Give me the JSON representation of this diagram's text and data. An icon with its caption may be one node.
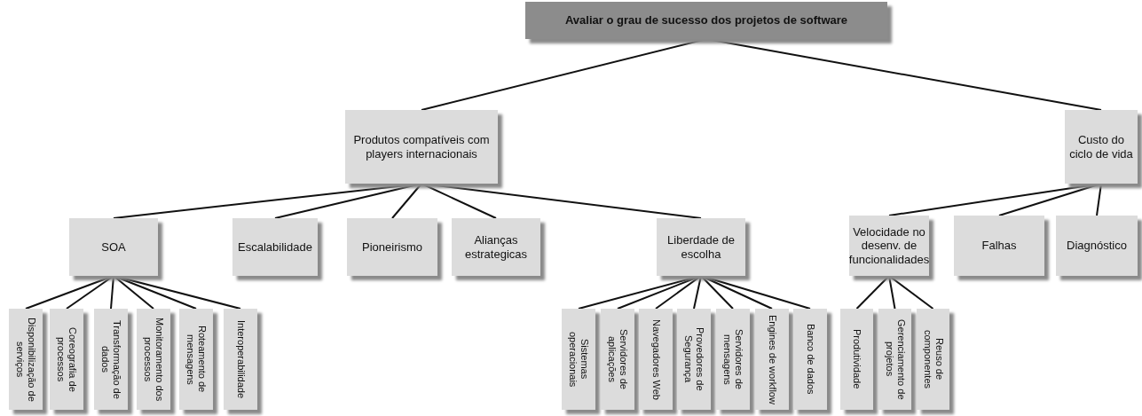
{
  "diagram": {
    "nodes": [
      {
        "text": [
          "Avaliar o grau de sucesso dos projetos de software"
        ]
      },
      {
        "text": [
          "Produtos compatíveis com players internacionais"
        ]
      },
      {
        "text": [
          "Custo do ciclo de vida"
        ]
      },
      {
        "text": [
          "SOA"
        ]
      },
      {
        "text": [
          "Escalabilidade"
        ]
      },
      {
        "text": [
          "Pioneirismo"
        ]
      },
      {
        "text": [
          "Alianças estrategicas"
        ]
      },
      {
        "text": [
          "Liberdade de escolha"
        ]
      },
      {
        "text": [
          "Velocidade no desenv. de funcionalidades"
        ]
      },
      {
        "text": [
          "Falhas"
        ]
      },
      {
        "text": [
          "Diagnóstico"
        ]
      },
      {
        "text": [
          "Disponibilização de serviços"
        ]
      },
      {
        "text": [
          "Coreografia de processos"
        ]
      },
      {
        "text": [
          "Transformação de dados"
        ]
      },
      {
        "text": [
          "Monitoramento dos processos"
        ]
      },
      {
        "text": [
          "Roteamento de mensagens"
        ]
      },
      {
        "text": [
          "Interoperabilidade"
        ]
      },
      {
        "text": [
          "Sistemas operacionais"
        ]
      },
      {
        "text": [
          "Servidores de aplicações"
        ]
      },
      {
        "text": [
          "Navegadores Web"
        ]
      },
      {
        "text": [
          "Provedores de Segurança"
        ]
      },
      {
        "text": [
          "Servidores de mensagens"
        ]
      },
      {
        "text": [
          "Engines de workflow"
        ]
      },
      {
        "text": [
          "Banco de dados"
        ]
      },
      {
        "text": [
          "Produtividade"
        ]
      },
      {
        "text": [
          "Gerenciamento de projetos"
        ]
      },
      {
        "text": [
          "Reuso de componentes"
        ]
      }
    ],
    "edges": [
      {
        "from": 0,
        "to": 1,
        "arrow": "none"
      },
      {
        "from": 0,
        "to": 2,
        "arrow": "none"
      },
      {
        "from": 1,
        "to": 3,
        "arrow": "none"
      },
      {
        "from": 1,
        "to": 4,
        "arrow": "none"
      },
      {
        "from": 1,
        "to": 5,
        "arrow": "none"
      },
      {
        "from": 1,
        "to": 6,
        "arrow": "none"
      },
      {
        "from": 1,
        "to": 7,
        "arrow": "none"
      },
      {
        "from": 2,
        "to": 8,
        "arrow": "none"
      },
      {
        "from": 2,
        "to": 9,
        "arrow": "none"
      },
      {
        "from": 2,
        "to": 10,
        "arrow": "none"
      },
      {
        "from": 3,
        "to": 11,
        "arrow": "none"
      },
      {
        "from": 3,
        "to": 12,
        "arrow": "none"
      },
      {
        "from": 3,
        "to": 13,
        "arrow": "none"
      },
      {
        "from": 3,
        "to": 14,
        "arrow": "none"
      },
      {
        "from": 3,
        "to": 15,
        "arrow": "none"
      },
      {
        "from": 3,
        "to": 16,
        "arrow": "none"
      },
      {
        "from": 7,
        "to": 17,
        "arrow": "none"
      },
      {
        "from": 7,
        "to": 18,
        "arrow": "none"
      },
      {
        "from": 7,
        "to": 19,
        "arrow": "none"
      },
      {
        "from": 7,
        "to": 20,
        "arrow": "none"
      },
      {
        "from": 7,
        "to": 21,
        "arrow": "none"
      },
      {
        "from": 7,
        "to": 22,
        "arrow": "none"
      },
      {
        "from": 7,
        "to": 23,
        "arrow": "none"
      },
      {
        "from": 8,
        "to": 24,
        "arrow": "none"
      },
      {
        "from": 8,
        "to": 25,
        "arrow": "none"
      },
      {
        "from": 8,
        "to": 26,
        "arrow": "none"
      }
    ]
  }
}
